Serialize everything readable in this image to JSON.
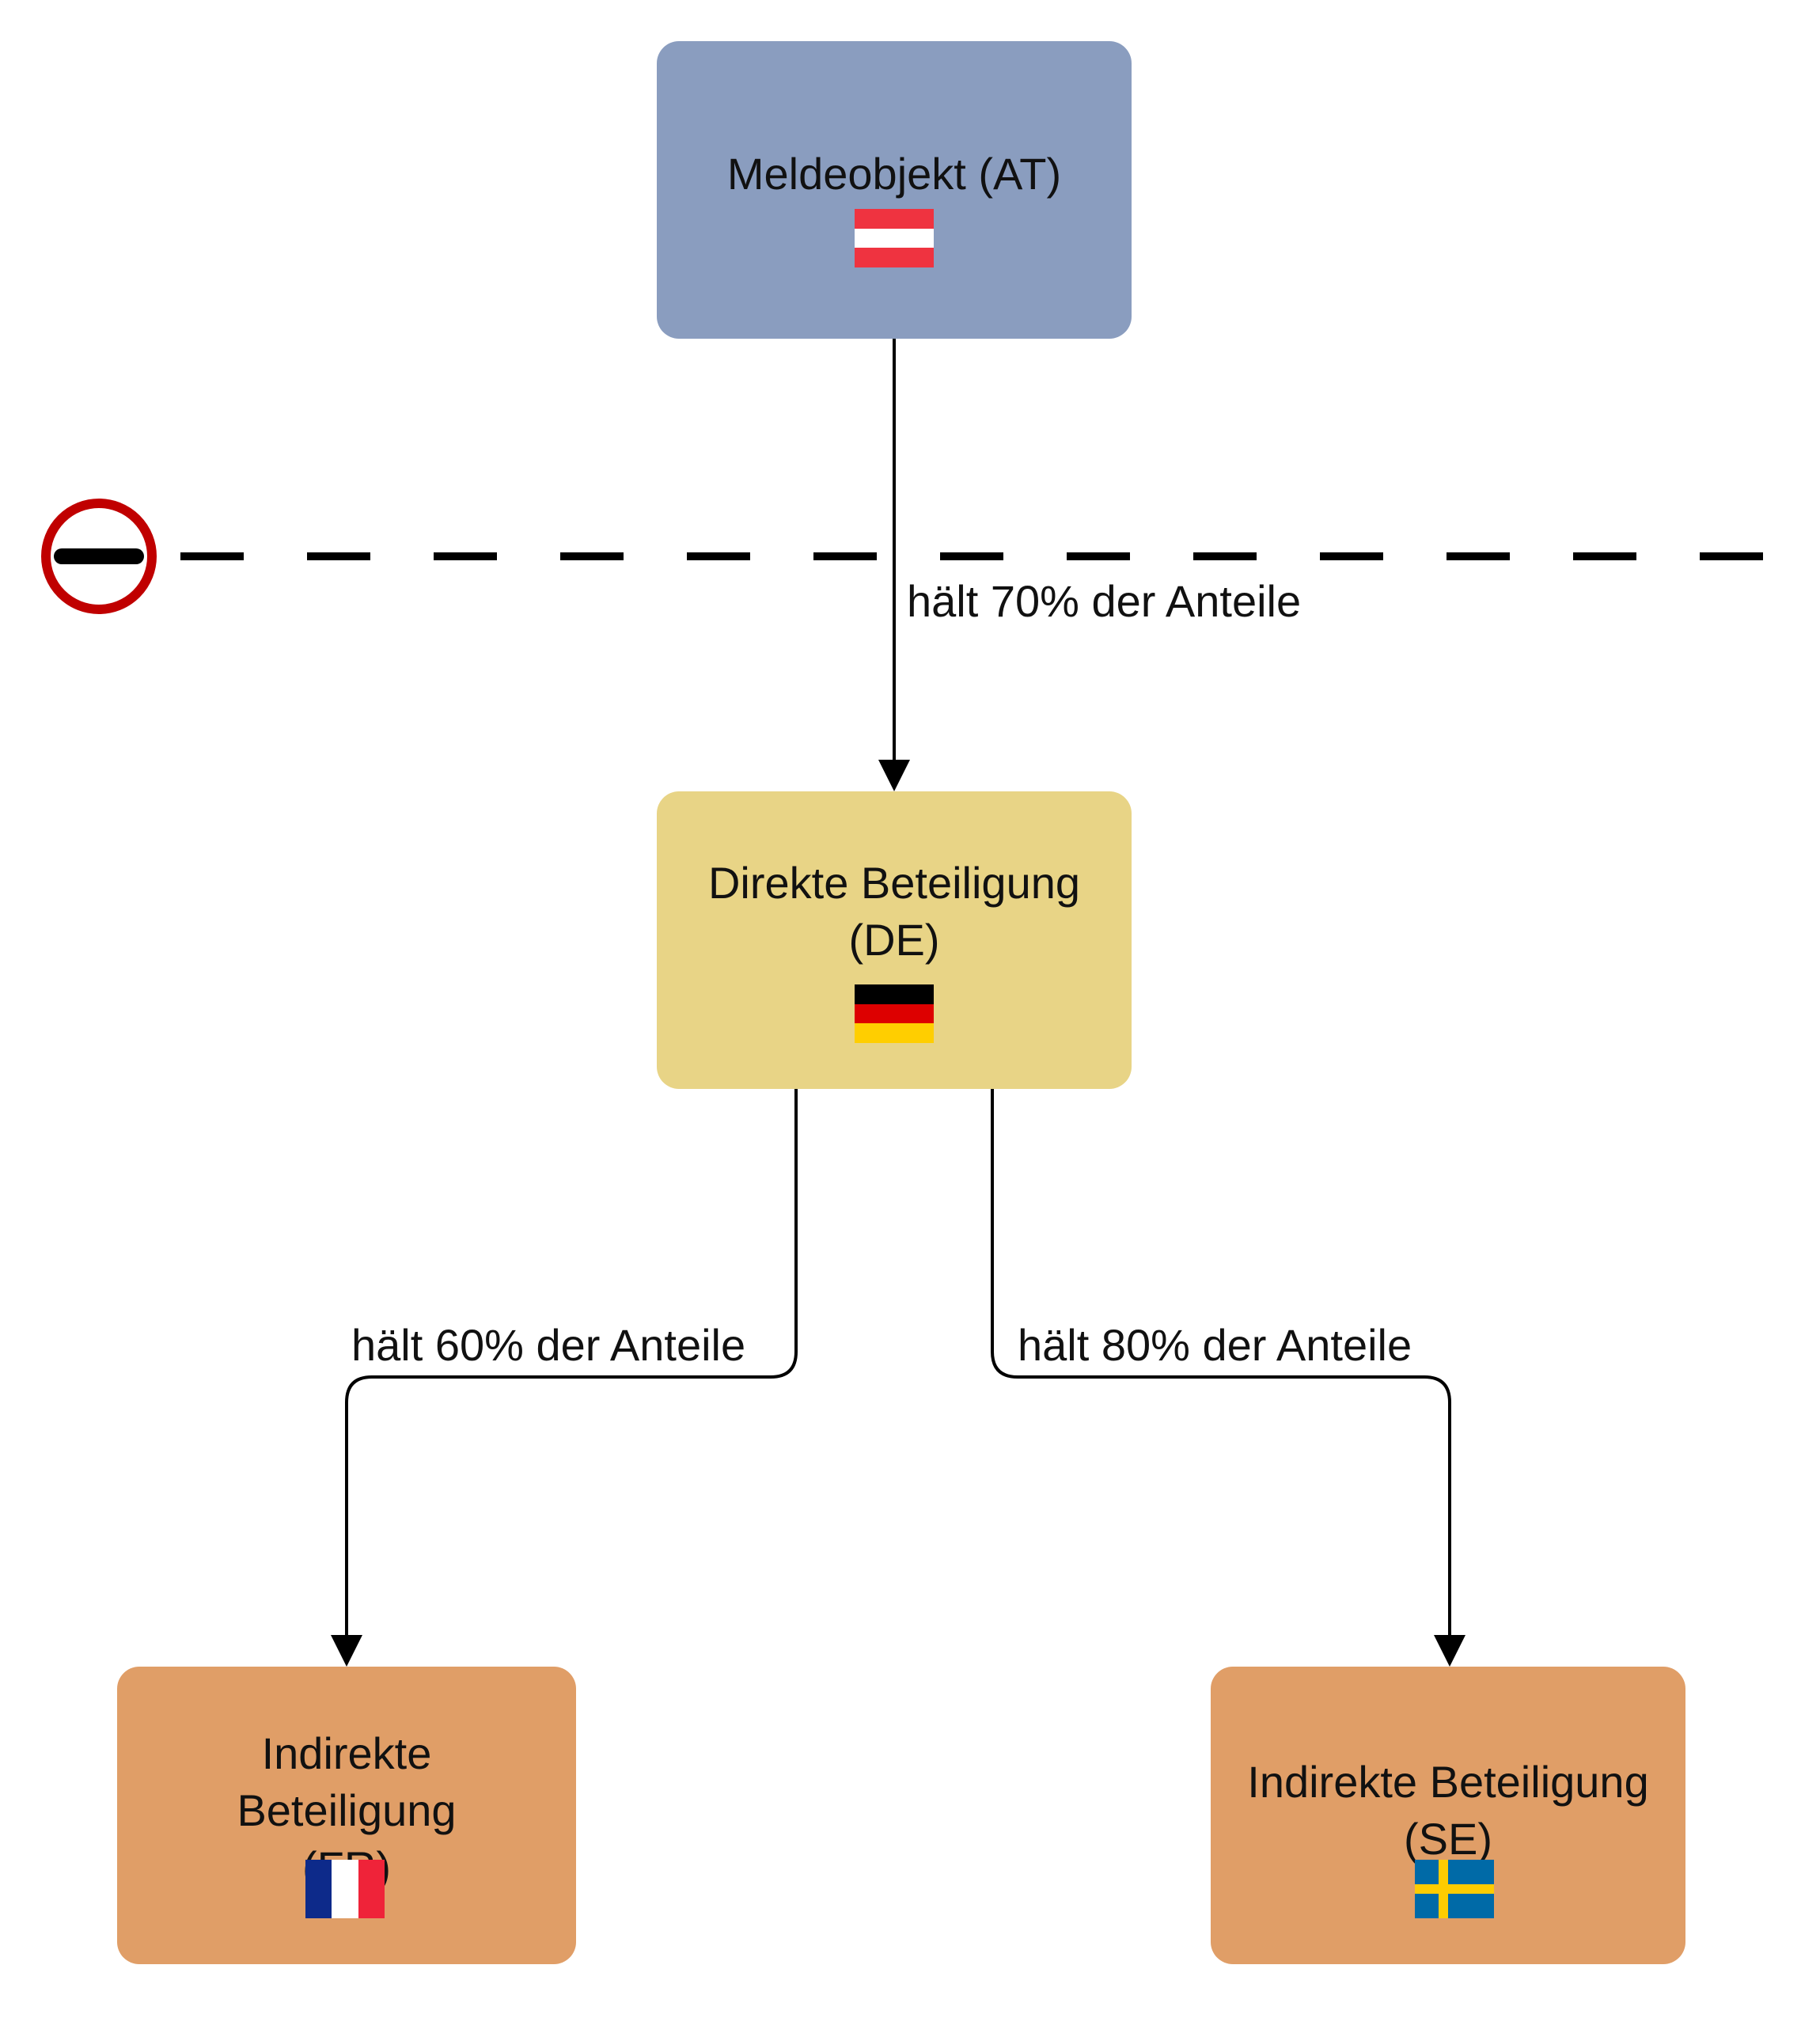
{
  "diagram": {
    "nodes": [
      {
        "id": "at",
        "label": "Meldeobjekt (AT)",
        "fill": "#8a9dbf",
        "flag": {
          "country": "AT",
          "orientation": "h",
          "colors": [
            "#ef3340",
            "#ffffff",
            "#ef3340"
          ]
        }
      },
      {
        "id": "de",
        "label": "Direkte Beteiligung\n(DE)",
        "fill": "#e8d486",
        "flag": {
          "country": "DE",
          "orientation": "h",
          "colors": [
            "#000000",
            "#dd0000",
            "#ffce00"
          ]
        }
      },
      {
        "id": "fr",
        "label": "Indirekte\nBeteiligung\n(FR)",
        "fill": "#e09e67",
        "flag": {
          "country": "FR",
          "orientation": "v",
          "colors": [
            "#0d2a8a",
            "#ffffff",
            "#ef2339"
          ]
        }
      },
      {
        "id": "se",
        "label": "Indirekte Beteiligung\n(SE)",
        "fill": "#e09e67",
        "flag": {
          "country": "SE",
          "orientation": "cross",
          "colors": [
            "#006aa7",
            "#fecc00"
          ]
        }
      }
    ],
    "edges": [
      {
        "from": "at",
        "to": "de",
        "label": "hält 70% der Anteile"
      },
      {
        "from": "de",
        "to": "fr",
        "label": "hält 60% der Anteile"
      },
      {
        "from": "de",
        "to": "se",
        "label": "hält 80% der Anteile"
      }
    ],
    "border_icon": {
      "name": "no-entry-icon",
      "ring_color": "#c00000",
      "bar_color": "#000000"
    },
    "line_color": "#000000"
  }
}
